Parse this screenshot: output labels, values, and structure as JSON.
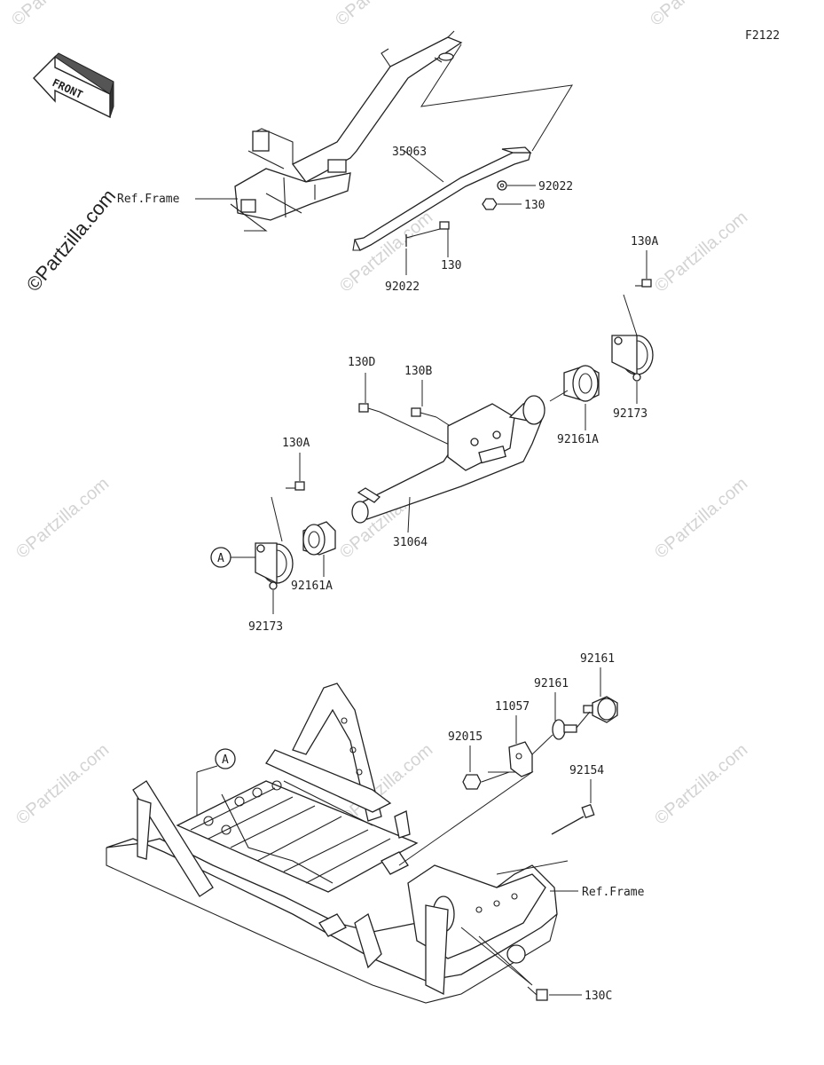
{
  "figure_code": "F2122",
  "front_arrow_label": "FRONT",
  "watermark": "©Partzilla.com",
  "side_watermark": "©Partzilla.com",
  "callout_marker": "A",
  "ref_labels": {
    "top": "Ref.Frame",
    "bottom": "Ref.Frame"
  },
  "part_labels": {
    "p35063": "35063",
    "p92022_right": "92022",
    "p130_right": "130",
    "p130_mid": "130",
    "p92022_bottom": "92022",
    "p130A_right": "130A",
    "p130D": "130D",
    "p130B": "130B",
    "p92173_right": "92173",
    "p92161A_right": "92161A",
    "p130A_left": "130A",
    "p31064": "31064",
    "p92161A_left": "92161A",
    "p92173_left": "92173",
    "p92161_top": "92161",
    "p92161_mid": "92161",
    "p11057": "11057",
    "p92015": "92015",
    "p92154": "92154",
    "p130C": "130C"
  },
  "colors": {
    "line": "#222222",
    "watermark": "#d3d3d3",
    "background": "#ffffff"
  }
}
